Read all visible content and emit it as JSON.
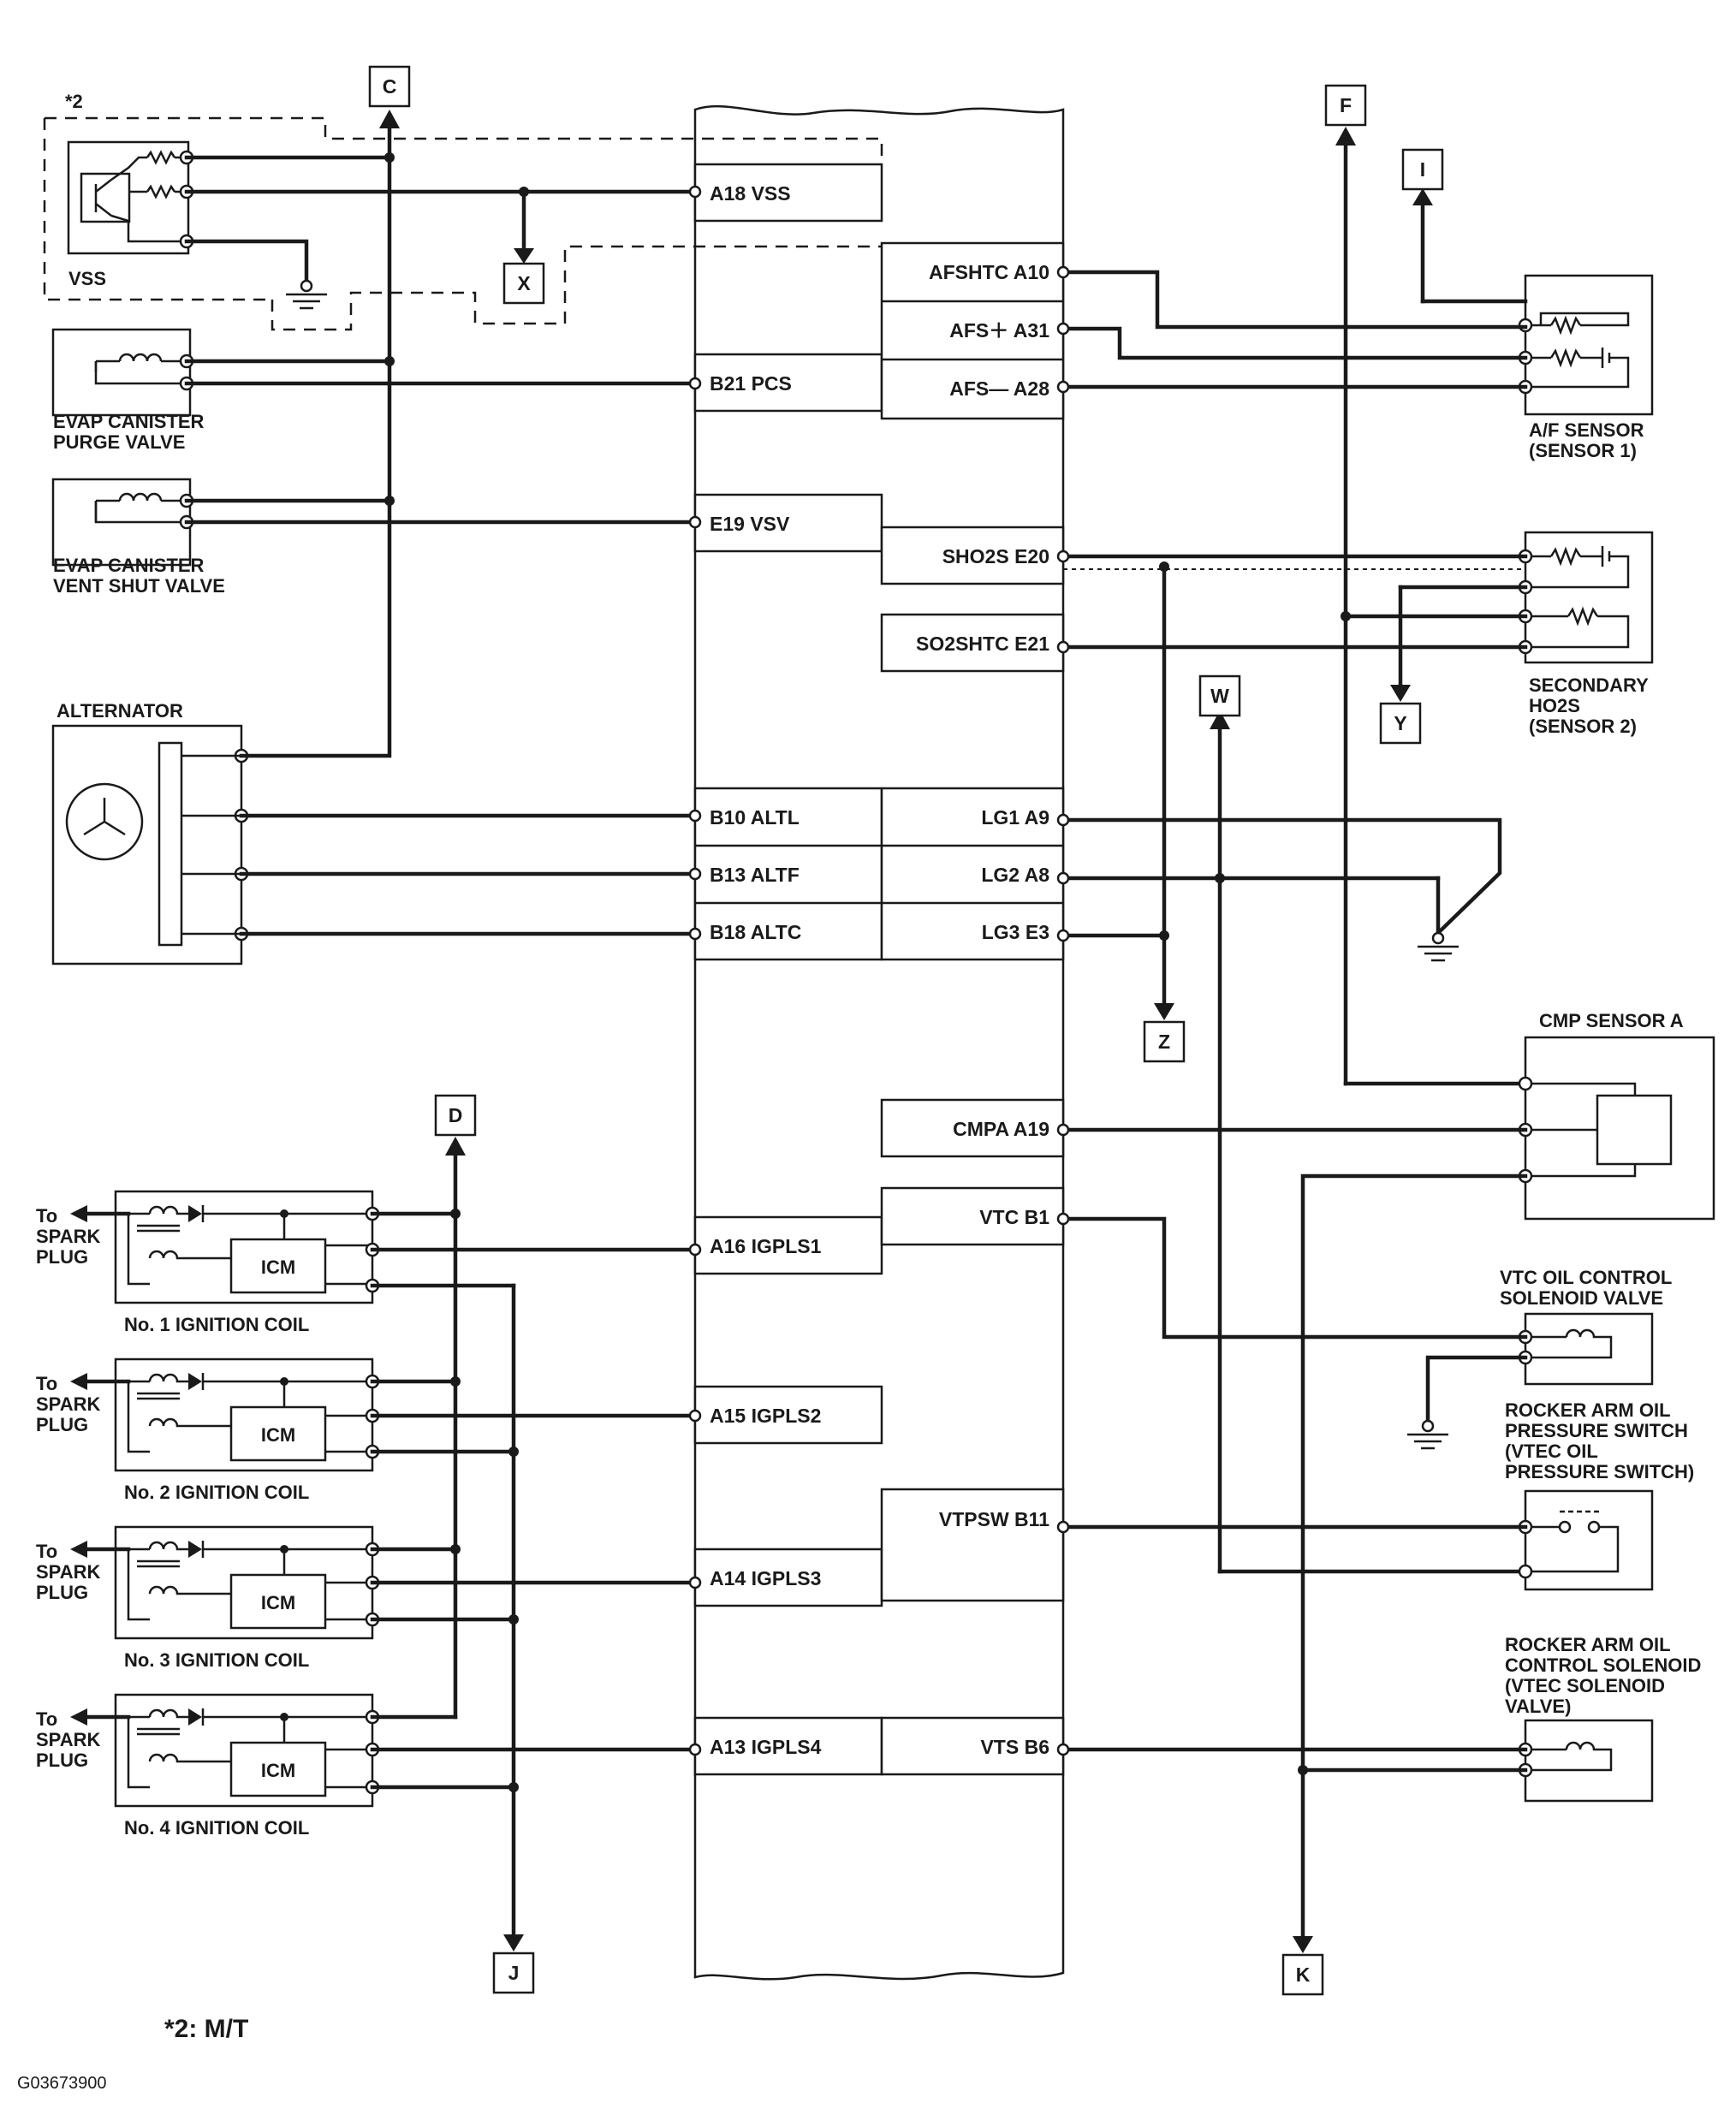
{
  "connectors": {
    "C": "C",
    "X": "X",
    "F": "F",
    "I": "I",
    "Y": "Y",
    "W": "W",
    "Z": "Z",
    "D": "D",
    "J": "J",
    "K": "K"
  },
  "ecm_left_pins": {
    "vss": "A18 VSS",
    "pcs": "B21 PCS",
    "vsv": "E19 VSV",
    "altl": "B10 ALTL",
    "altf": "B13 ALTF",
    "altc": "B18 ALTC",
    "igpls1": "A16 IGPLS1",
    "igpls2": "A15 IGPLS2",
    "igpls3": "A14 IGPLS3",
    "igpls4": "A13 IGPLS4"
  },
  "ecm_right_pins": {
    "afshtc": "AFSHTC A10",
    "afs_plus": "AFS＋ A31",
    "afs_minus": "AFS— A28",
    "sho2s": "SHO2S E20",
    "so2shtc": "SO2SHTC E21",
    "lg1": "LG1 A9",
    "lg2": "LG2 A8",
    "lg3": "LG3 E3",
    "cmpa": "CMPA A19",
    "vtc": "VTC B1",
    "vtpsw": "VTPSW B11",
    "vts": "VTS B6"
  },
  "components": {
    "mt_note": "*2",
    "vss": "VSS",
    "evap_purge": [
      "EVAP CANISTER",
      "PURGE VALVE"
    ],
    "evap_vent": [
      "EVAP CANISTER",
      "VENT SHUT VALVE"
    ],
    "alternator": "ALTERNATOR",
    "af_sensor": [
      "A/F SENSOR",
      "(SENSOR 1)"
    ],
    "secondary_ho2s": [
      "SECONDARY",
      "HO2S",
      "(SENSOR 2)"
    ],
    "cmp_sensor": "CMP SENSOR A",
    "vtc_valve": [
      "VTC OIL CONTROL",
      "SOLENOID VALVE"
    ],
    "rocker_switch": [
      "ROCKER ARM OIL",
      "PRESSURE SWITCH",
      "(VTEC OIL",
      "PRESSURE SWITCH)"
    ],
    "rocker_solenoid": [
      "ROCKER ARM OIL",
      "CONTROL SOLENOID",
      "(VTEC SOLENOID",
      "VALVE)"
    ],
    "icm": "ICM",
    "to": "To",
    "spark": "SPARK",
    "plug": "PLUG",
    "coil1": "No. 1 IGNITION COIL",
    "coil2": "No. 2 IGNITION COIL",
    "coil3": "No. 3 IGNITION COIL",
    "coil4": "No. 4 IGNITION COIL"
  },
  "footnote": "*2: M/T",
  "figure_id": "G03673900"
}
